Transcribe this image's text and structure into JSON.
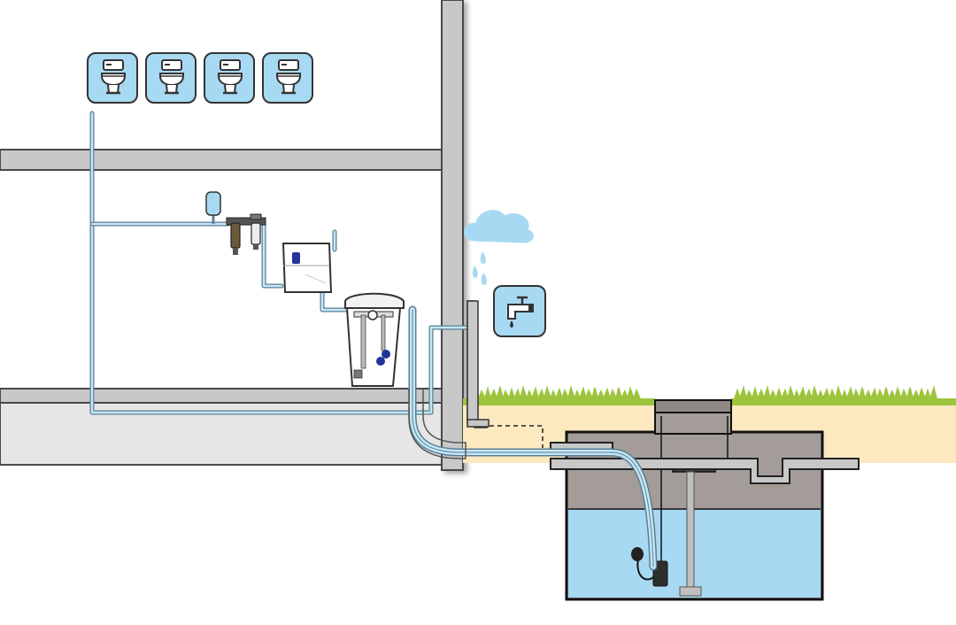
{
  "diagram": {
    "kind": "rainwater-harvesting-system",
    "colors": {
      "wall": "#c8c8c8",
      "wall_stroke": "#4a4a4a",
      "floor_slab": "#e6e6e6",
      "soil": "#fde9c0",
      "grass": "#9cc43c",
      "tank_wall": "#a39c98",
      "water": "#a8d9f2",
      "pipe_fill": "#c5e8f8",
      "pipe_stroke": "#5a7f92",
      "icon_bg": "#a8d9f2",
      "cloud": "#a8d9f2",
      "pump": "#333333",
      "float": "#23339a"
    },
    "icons": [
      {
        "name": "toilet-icon",
        "count": 4
      },
      {
        "name": "tap-icon",
        "count": 1
      },
      {
        "name": "rain-cloud-icon",
        "count": 1
      }
    ],
    "components": [
      "toilets",
      "expansion-vessel",
      "filters",
      "control-unit",
      "header-tank",
      "downpipe",
      "underground-tank",
      "submersible-pump",
      "overflow-pipe"
    ]
  }
}
